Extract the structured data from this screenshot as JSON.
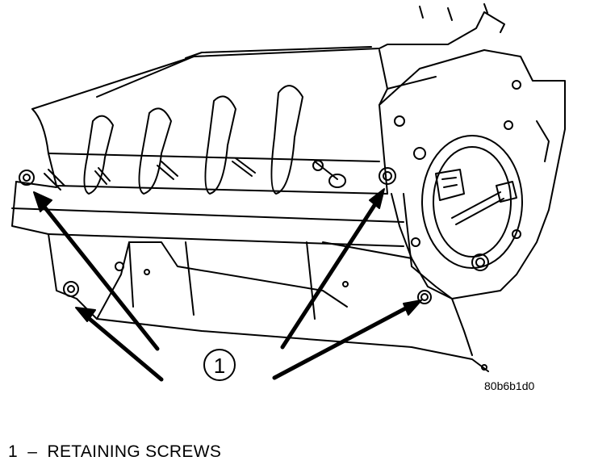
{
  "diagram": {
    "callout_number": "1",
    "reference_code": "80b6b1d0",
    "legend": {
      "number": "1",
      "separator": "–",
      "label": "RETAINING SCREWS"
    }
  }
}
